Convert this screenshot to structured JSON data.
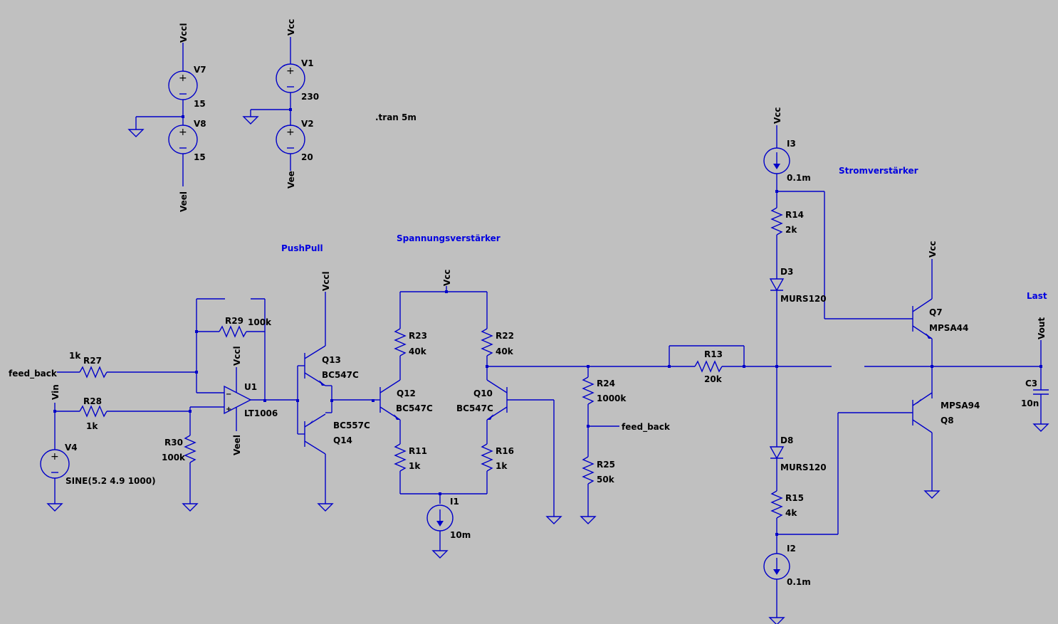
{
  "directive": ".tran 5m",
  "section_labels": {
    "pushpull": "PushPull",
    "voltage_amp": "Spannungsverstärker",
    "current_amp": "Stromverstärker",
    "load": "Last"
  },
  "components": {
    "V7": {
      "name": "V7",
      "value": "15"
    },
    "V8": {
      "name": "V8",
      "value": "15"
    },
    "V1": {
      "name": "V1",
      "value": "230"
    },
    "V2": {
      "name": "V2",
      "value": "20"
    },
    "V4": {
      "name": "V4",
      "value": "SINE(5.2 4.9 1000)"
    },
    "R27": {
      "name": "R27",
      "value": "1k"
    },
    "R28": {
      "name": "R28",
      "value": "1k"
    },
    "R29": {
      "name": "R29",
      "value": "100k"
    },
    "R30": {
      "name": "R30",
      "value": "100k"
    },
    "U1": {
      "name": "U1",
      "value": "LT1006"
    },
    "Q13": {
      "name": "Q13",
      "value": "BC547C"
    },
    "Q14": {
      "name": "Q14",
      "value": "BC557C"
    },
    "R23": {
      "name": "R23",
      "value": "40k"
    },
    "R22": {
      "name": "R22",
      "value": "40k"
    },
    "Q12": {
      "name": "Q12",
      "value": "BC547C"
    },
    "Q10": {
      "name": "Q10",
      "value": "BC547C"
    },
    "R11": {
      "name": "R11",
      "value": "1k"
    },
    "R16": {
      "name": "R16",
      "value": "1k"
    },
    "I1": {
      "name": "I1",
      "value": "10m"
    },
    "R24": {
      "name": "R24",
      "value": "1000k"
    },
    "R25": {
      "name": "R25",
      "value": "50k"
    },
    "R13": {
      "name": "R13",
      "value": "20k"
    },
    "I3": {
      "name": "I3",
      "value": "0.1m"
    },
    "R14": {
      "name": "R14",
      "value": "2k"
    },
    "D3": {
      "name": "D3",
      "value": "MURS120"
    },
    "D8": {
      "name": "D8",
      "value": "MURS120"
    },
    "R15": {
      "name": "R15",
      "value": "4k"
    },
    "I2": {
      "name": "I2",
      "value": "0.1m"
    },
    "Q7": {
      "name": "Q7",
      "value": "MPSA44"
    },
    "Q8": {
      "name": "Q8",
      "value": "MPSA94"
    },
    "C3": {
      "name": "C3",
      "value": "10n"
    }
  },
  "nets": {
    "vccl": "Vccl",
    "veel": "Veel",
    "vcc": "Vcc",
    "vee": "Vee",
    "vin": "Vin",
    "vout": "Vout",
    "feed_back": "feed_back"
  }
}
